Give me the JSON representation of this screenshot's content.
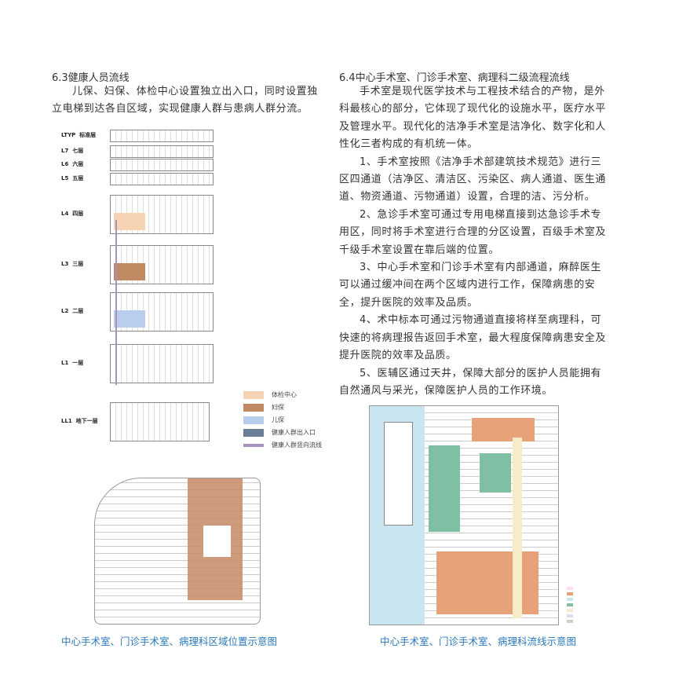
{
  "left": {
    "heading": "6.3健康人员流线",
    "paragraph": [
      "儿保、妇保、体检中心设置独立出入口，同时设置独立电梯到达各自区域，实现健康人群与患病人群分流。"
    ],
    "floors": [
      {
        "code": "LTYP",
        "name": "标准层"
      },
      {
        "code": "L7",
        "name": "七层"
      },
      {
        "code": "L6",
        "name": "六层"
      },
      {
        "code": "L5",
        "name": "五层"
      },
      {
        "code": "L4",
        "name": "四层"
      },
      {
        "code": "L3",
        "name": "三层"
      },
      {
        "code": "L2",
        "name": "二层"
      },
      {
        "code": "L1",
        "name": "一层"
      },
      {
        "code": "LL1",
        "name": "地下一层"
      }
    ],
    "legend": [
      {
        "label": "体检中心",
        "color": "#f7d3b6"
      },
      {
        "label": "妇保",
        "color": "#c08a62"
      },
      {
        "label": "儿保",
        "color": "#b9cdec"
      },
      {
        "label": "健康人群出入口",
        "color": "#6c7f99"
      },
      {
        "label": "健康人群竖向流线",
        "color": "#a890c0"
      }
    ],
    "caption": "中心手术室、门诊手术室、病理科区域位置示意图"
  },
  "right": {
    "heading": "6.4中心手术室、门诊手术室、病理科二级流程流线",
    "paragraphs": [
      "手术室是现代医学技术与工程技术结合的产物，是外科最核心的部分，它体现了现代化的设施水平，医疗水平及管理水平。现代化的洁净手术室是洁净化、数字化和人性化三者构成的有机统一体。",
      "1、手术室按照《洁净手术部建筑技术规范》进行三区四通道（洁净区、清洁区、污染区、病人通道、医生通道、物资通道、污物通道）设置，合理的洁、污分析。",
      "2、急诊手术室可通过专用电梯直接到达急诊手术专用区，同时将手术室进行合理的分区设置，百级手术室及千级手术室设置在靠后端的位置。",
      "3、中心手术室和门诊手术室有内部通道，麻醉医生可以通过缓冲间在两个区域内进行工作，保障病患的安全，提升医院的效率及品质。",
      "4、术中标本可通过污物通道直接将样至病理科，可快速的将病理报告返回手术室，最大程度保障病患安全及提升医院的效率及品质。",
      "5、医辅区通过天井，保障大部分的医护人员能拥有自然通风与采光，保障医护人员的工作环境。"
    ],
    "caption": "中心手术室、门诊手术室、病理科流线示意图"
  }
}
